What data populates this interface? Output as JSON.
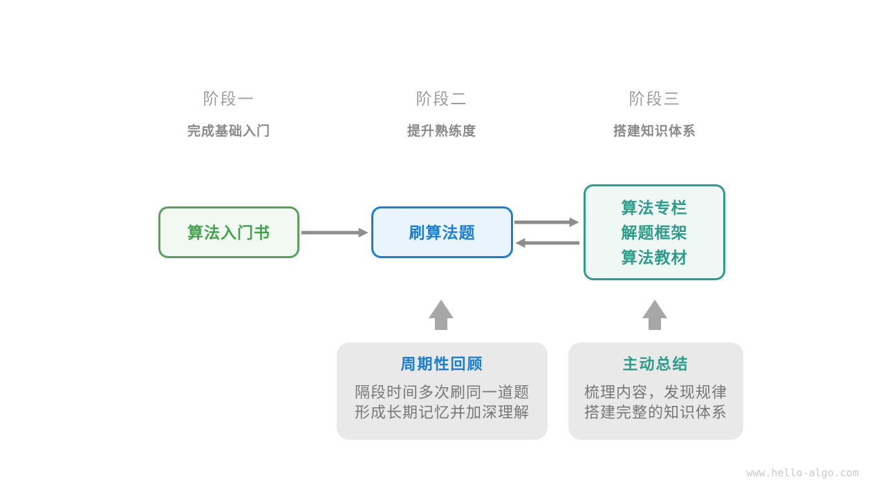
{
  "stages": [
    {
      "label": "阶段一",
      "subtitle": "完成基础入门"
    },
    {
      "label": "阶段二",
      "subtitle": "提升熟练度"
    },
    {
      "label": "阶段三",
      "subtitle": "搭建知识体系"
    }
  ],
  "flow_nodes": [
    {
      "id": "algorithm-intro-book",
      "lines": [
        "算法入门书"
      ]
    },
    {
      "id": "practice-problems",
      "lines": [
        "刷算法题"
      ]
    },
    {
      "id": "knowledge-resources",
      "lines": [
        "算法专栏",
        "解题框架",
        "算法教材"
      ]
    }
  ],
  "callouts": [
    {
      "title": "周期性回顾",
      "body_lines": [
        "隔段时间多次刷同一道题",
        "形成长期记忆并加深理解"
      ]
    },
    {
      "title": "主动总结",
      "body_lines": [
        "梳理内容，发现规律",
        "搭建完整的知识体系"
      ]
    }
  ],
  "watermark": "www.hello-algo.com",
  "colors": {
    "stage_label": "#9c9c9c",
    "stage_subtitle": "#8a8a8a",
    "green_accent": "#57a15c",
    "green_text": "#46a050",
    "green_bg": "#f2f9f2",
    "blue_accent": "#1a7ed2",
    "blue_bg": "#e9f4fc",
    "teal_accent": "#2f9c8a",
    "teal_bg": "#f0f8f5",
    "flow_arrow": "#8d8d8d",
    "block_arrow": "#a7a7a7",
    "callout_bg": "#e9e9e9",
    "callout_body_text": "#777777",
    "watermark_text": "#cacaca"
  }
}
